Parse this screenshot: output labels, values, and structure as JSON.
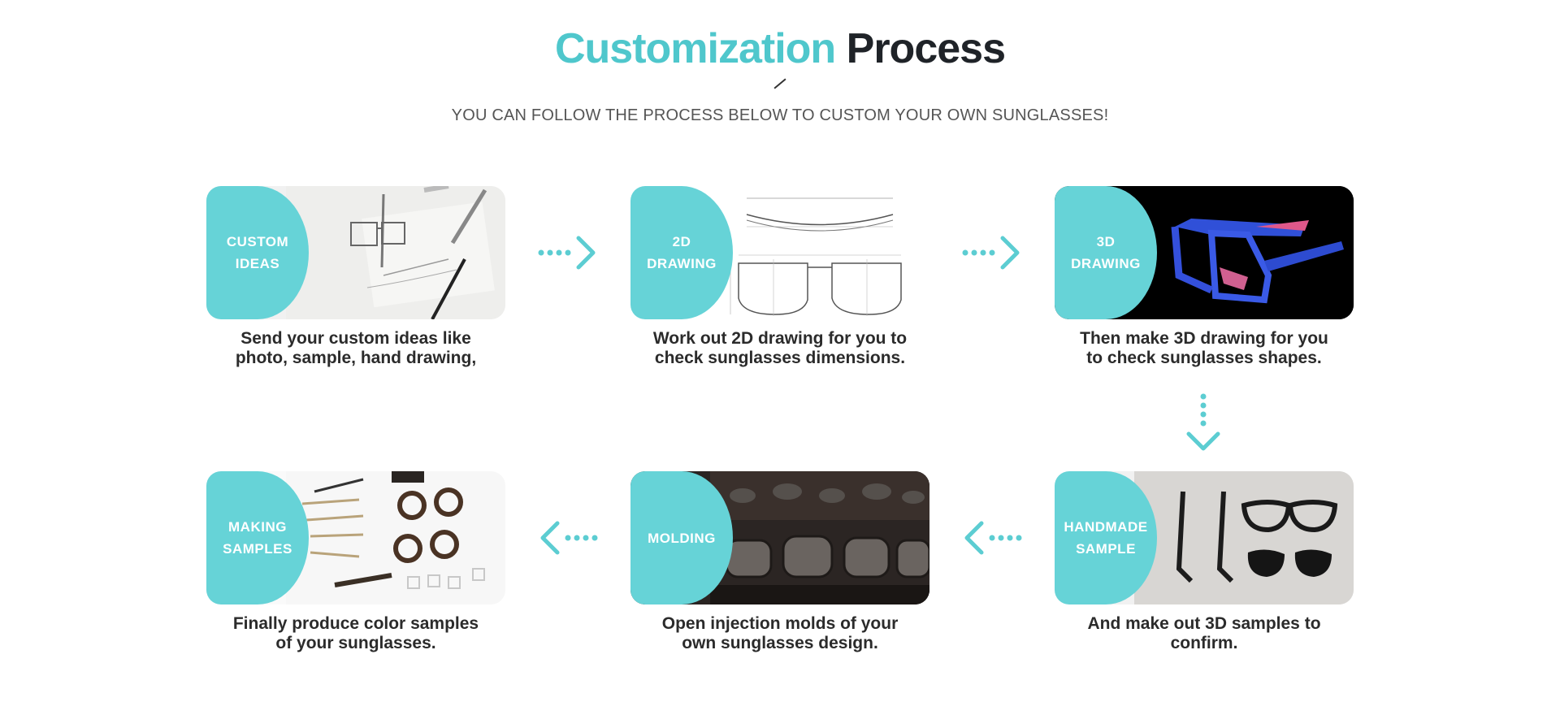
{
  "header": {
    "title_accent": "Customization",
    "title_rest": "Process",
    "subtitle": "YOU CAN FOLLOW THE PROCESS BELOW TO CUSTOM YOUR OWN SUNGLASSES!"
  },
  "colors": {
    "accent": "#66d3d7",
    "title_accent": "#4fc7cc",
    "arrow": "#5ccdd2"
  },
  "steps": [
    {
      "badge": "CUSTOM\nIDEAS",
      "caption": "Send your custom ideas like\nphoto, sample, hand drawing,"
    },
    {
      "badge": "2D\nDRAWING",
      "caption": "Work out 2D drawing for you to\ncheck sunglasses dimensions."
    },
    {
      "badge": "3D\nDRAWING",
      "caption": "Then make 3D drawing for you\nto check sunglasses shapes."
    },
    {
      "badge": "HANDMADE\nSAMPLE",
      "caption": "And make out 3D samples to\nconfirm."
    },
    {
      "badge": "MOLDING",
      "caption": "Open injection molds of your\nown sunglasses design."
    },
    {
      "badge": "MAKING\nSAMPLES",
      "caption": "Finally produce color samples\nof your sunglasses."
    }
  ]
}
